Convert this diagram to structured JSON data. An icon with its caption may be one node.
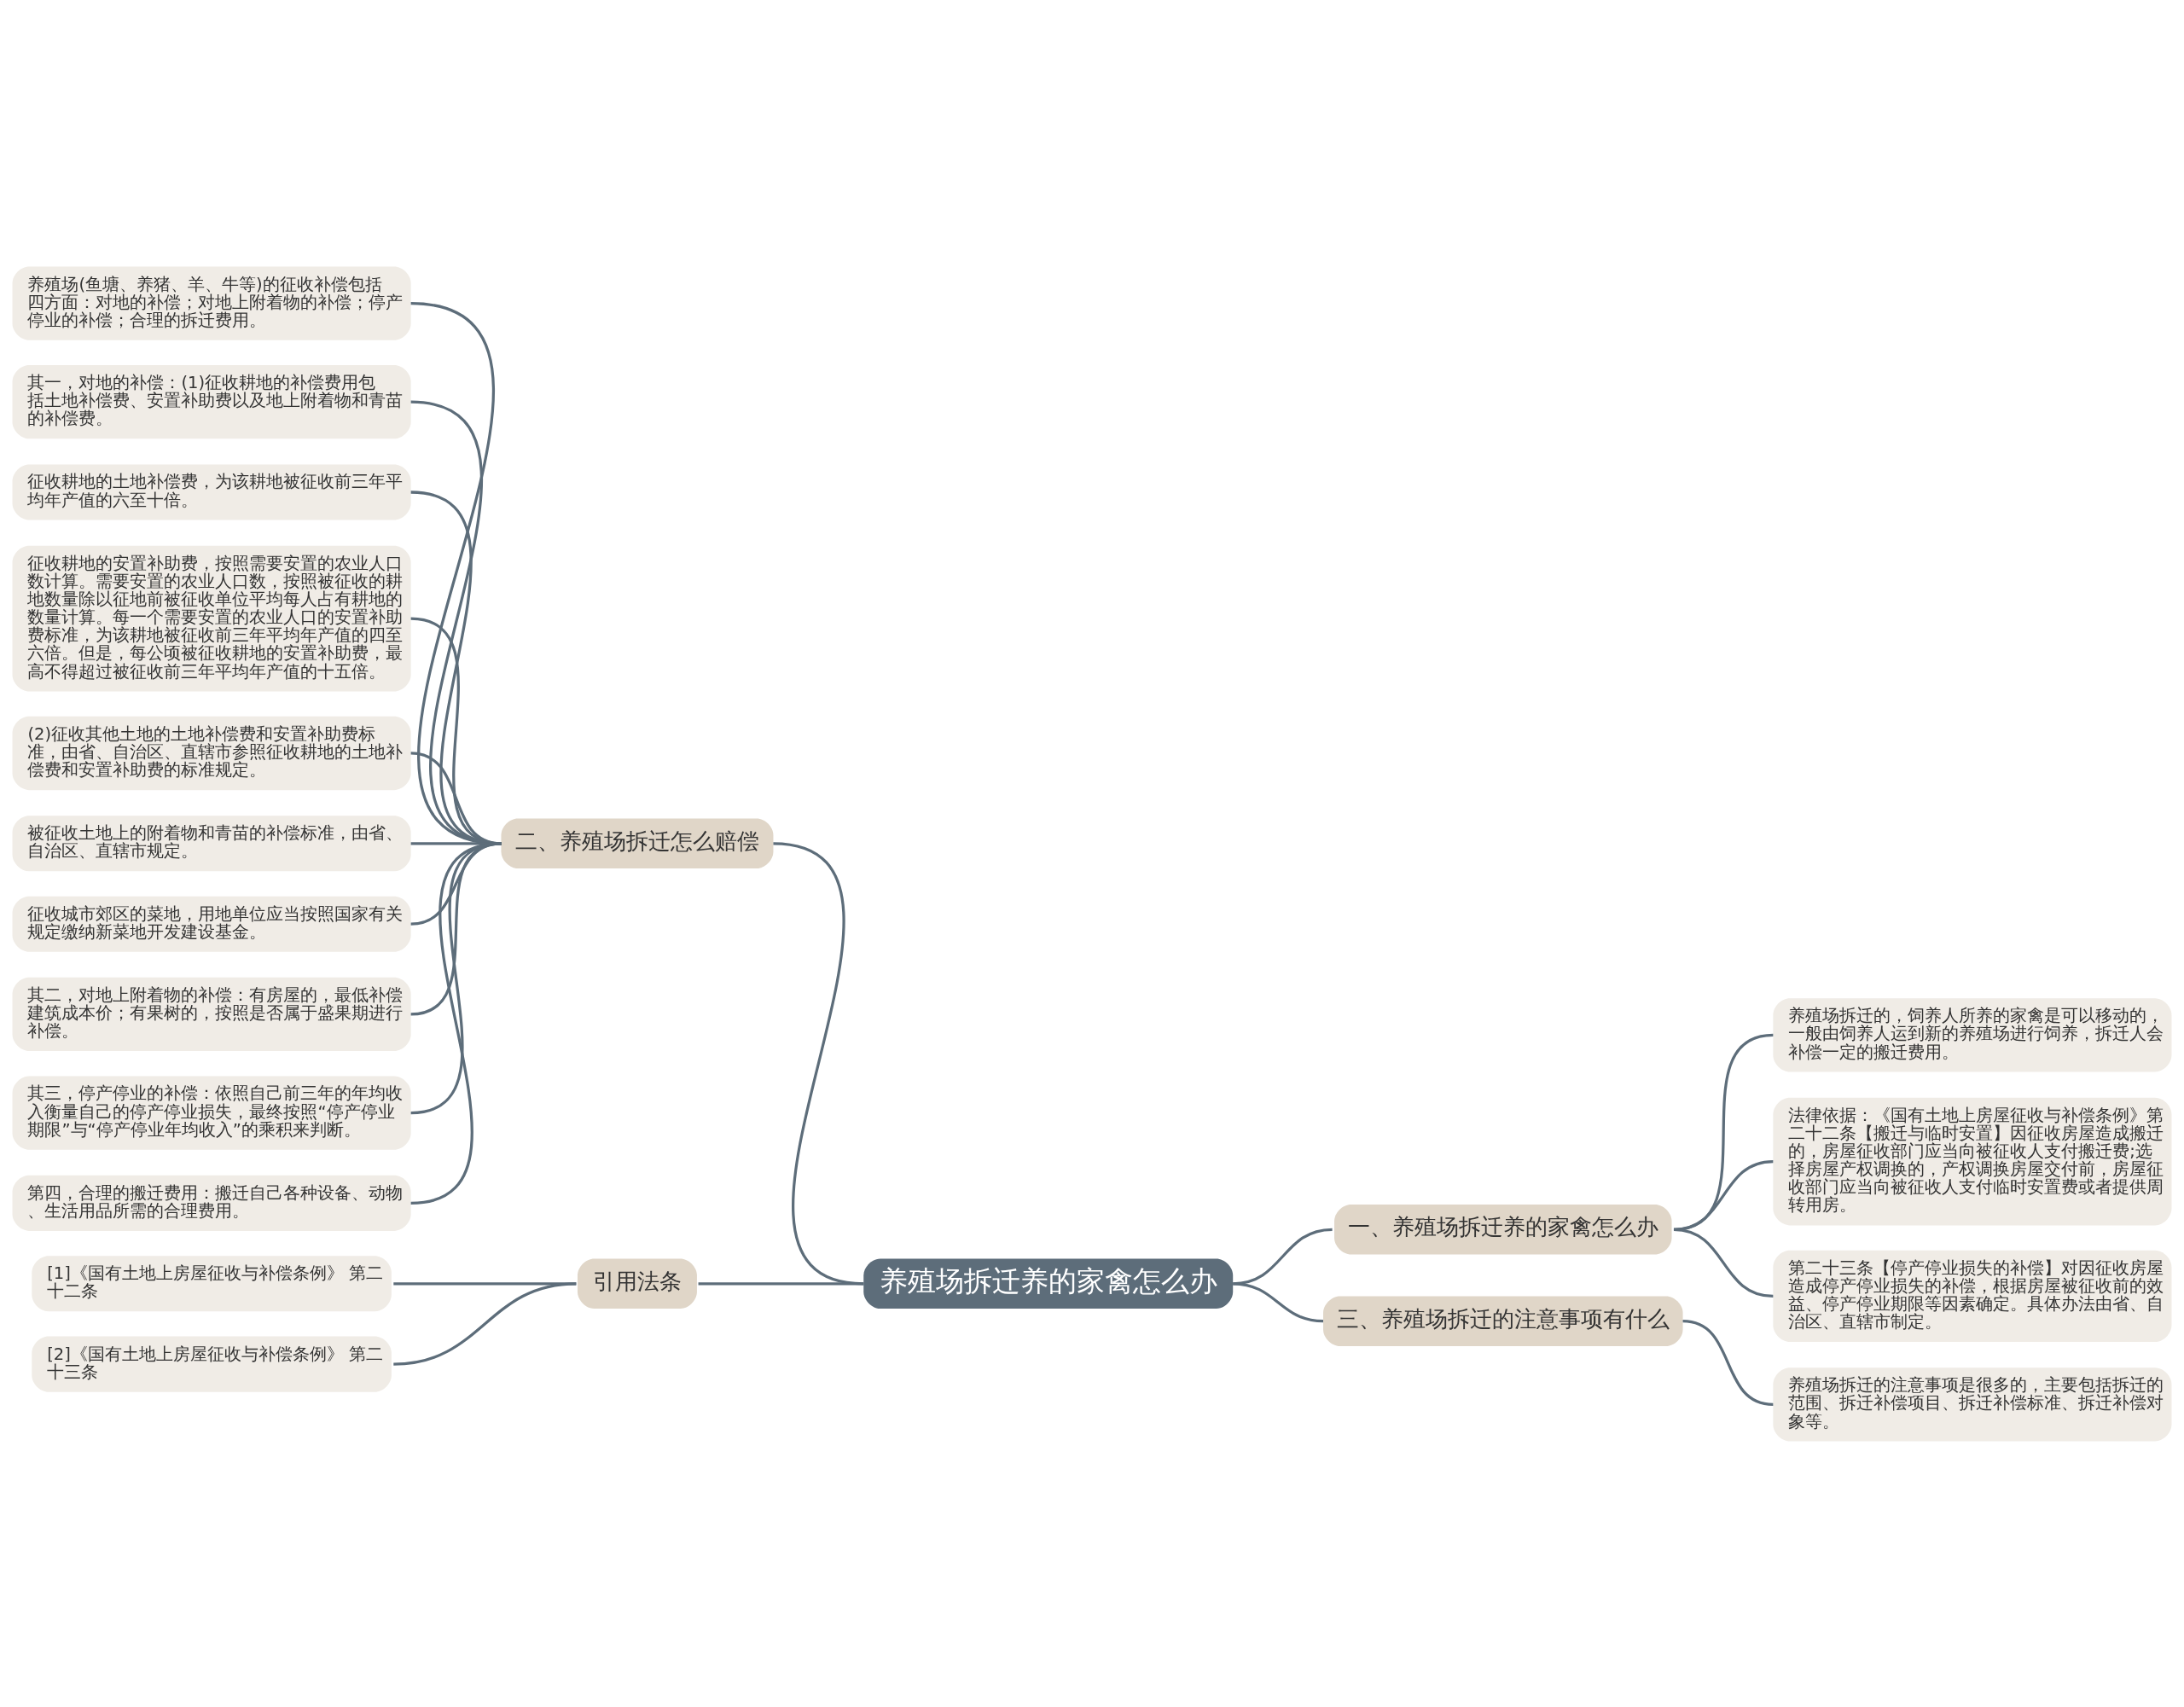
{
  "diagram": {
    "nodes": [
      {
        "text": [
          "养殖场拆迁养的家禽怎么办"
        ]
      },
      {
        "text": [
          "一、养殖场拆迁养的家禽怎么办"
        ]
      },
      {
        "text": [
          "养殖场拆迁的，饲养人所养的家禽是可以移动的，一般由饲养人运到新的养殖场进行饲养，拆迁人会补偿一定的搬迁费用。"
        ]
      },
      {
        "text": [
          "法律依据：《国有土地上房屋征收与补偿条例》第二十二条【搬迁与临时安置】因征收房屋造成搬迁的，房屋征收部门应当向被征收人支付搬迁费;选择房屋产权调换的，产权调换房屋交付前，房屋征收部门应当向被征收人支付临时安置费或者提供周转用房。"
        ]
      },
      {
        "text": [
          "第二十三条【停产停业损失的补偿】对因征收房屋造成停产停业损失的补偿，根据房屋被征收前的效益、停产停业期限等因素确定。具体办法由省、自治区、直辖市制定。"
        ]
      },
      {
        "text": [
          "三、养殖场拆迁的注意事项有什么"
        ]
      },
      {
        "text": [
          "养殖场拆迁的注意事项是很多的，主要包括拆迁的范围、拆迁补偿项目、拆迁补偿标准、拆迁补偿对象等。"
        ]
      },
      {
        "text": [
          "二、养殖场拆迁怎么赔偿"
        ]
      },
      {
        "text": [
          "养殖场(鱼塘、养猪、羊、牛等)的征收补偿包括四方面：对地的补偿；对地上附着物的补偿；停产停业的补偿；合理的拆迁费用。"
        ]
      },
      {
        "text": [
          "其一，对地的补偿：(1)征收耕地的补偿费用包括土地补偿费、安置补助费以及地上附着物和青苗的补偿费。"
        ]
      },
      {
        "text": [
          "征收耕地的土地补偿费，为该耕地被征收前三年平均年产值的六至十倍。"
        ]
      },
      {
        "text": [
          "征收耕地的安置补助费，按照需要安置的农业人口数计算。需要安置的农业人口数，按照被征收的耕地数量除以征地前被征收单位平均每人占有耕地的数量计算。每一个需要安置的农业人口的安置补助费标准，为该耕地被征收前三年平均年产值的四至六倍。但是，每公顷被征收耕地的安置补助费，最高不得超过被征收前三年平均年产值的十五倍。"
        ]
      },
      {
        "text": [
          "(2)征收其他土地的土地补偿费和安置补助费标准，由省、自治区、直辖市参照征收耕地的土地补偿费和安置补助费的标准规定。"
        ]
      },
      {
        "text": [
          "被征收土地上的附着物和青苗的补偿标准，由省、自治区、直辖市规定。"
        ]
      },
      {
        "text": [
          "征收城市郊区的菜地，用地单位应当按照国家有关规定缴纳新菜地开发建设基金。"
        ]
      },
      {
        "text": [
          "其二，对地上附着物的补偿：有房屋的，最低补偿建筑成本价；有果树的，按照是否属于盛果期进行补偿。"
        ]
      },
      {
        "text": [
          "其三，停产停业的补偿：依照自己前三年的年均收入衡量自己的停产停业损失，最终按照“停产停业期限”与“停产停业年均收入”的乘积来判断。"
        ]
      },
      {
        "text": [
          "第四，合理的搬迁费用：搬迁自己各种设备、动物、生活用品所需的合理费用。"
        ]
      },
      {
        "text": [
          "引用法条"
        ]
      },
      {
        "text": [
          "[1]《国有土地上房屋征收与补偿条例》 第二十二条"
        ]
      },
      {
        "text": [
          "[2]《国有土地上房屋征收与补偿条例》 第二十三条"
        ]
      }
    ],
    "edges": [
      {
        "from": 0,
        "to": 1,
        "arrow": "none"
      },
      {
        "from": 1,
        "to": 2,
        "arrow": "none"
      },
      {
        "from": 1,
        "to": 3,
        "arrow": "none"
      },
      {
        "from": 1,
        "to": 4,
        "arrow": "none"
      },
      {
        "from": 0,
        "to": 5,
        "arrow": "none"
      },
      {
        "from": 5,
        "to": 6,
        "arrow": "none"
      },
      {
        "from": 0,
        "to": 7,
        "arrow": "none"
      },
      {
        "from": 7,
        "to": 8,
        "arrow": "none"
      },
      {
        "from": 7,
        "to": 9,
        "arrow": "none"
      },
      {
        "from": 7,
        "to": 10,
        "arrow": "none"
      },
      {
        "from": 7,
        "to": 11,
        "arrow": "none"
      },
      {
        "from": 7,
        "to": 12,
        "arrow": "none"
      },
      {
        "from": 7,
        "to": 13,
        "arrow": "none"
      },
      {
        "from": 7,
        "to": 14,
        "arrow": "none"
      },
      {
        "from": 7,
        "to": 15,
        "arrow": "none"
      },
      {
        "from": 7,
        "to": 16,
        "arrow": "none"
      },
      {
        "from": 7,
        "to": 17,
        "arrow": "none"
      },
      {
        "from": 0,
        "to": 18,
        "arrow": "none"
      },
      {
        "from": 18,
        "to": 19,
        "arrow": "none"
      },
      {
        "from": 18,
        "to": 20,
        "arrow": "none"
      }
    ]
  }
}
